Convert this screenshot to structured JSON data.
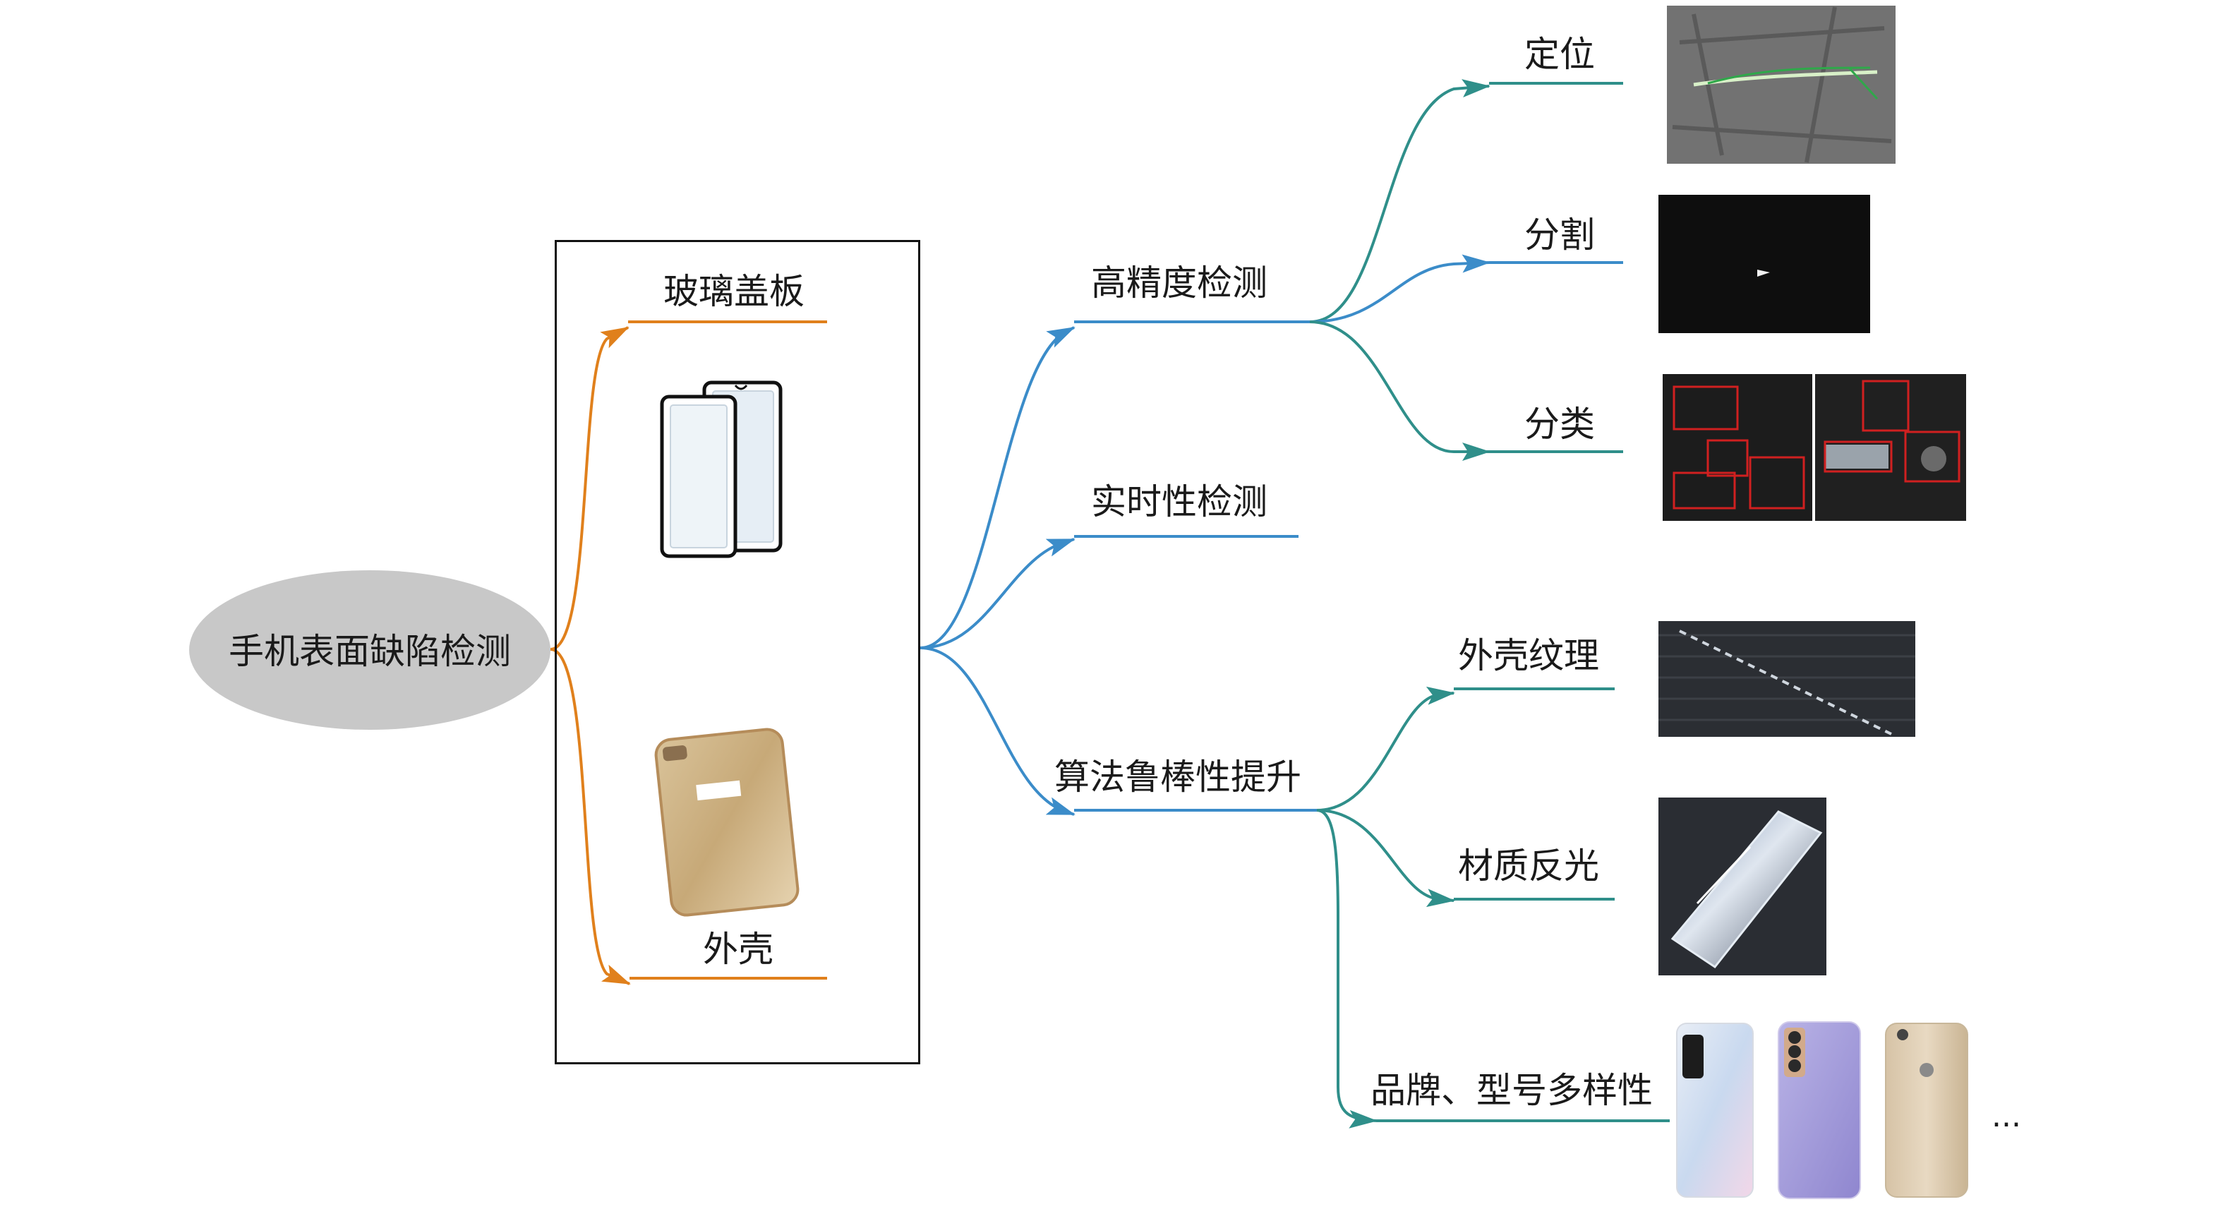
{
  "root": {
    "label": "手机表面缺陷检测",
    "fill": "#c8c8c8"
  },
  "objects": {
    "glass": {
      "label": "玻璃盖板",
      "line_color": "#e0801c"
    },
    "shell": {
      "label": "外壳",
      "line_color": "#e0801c"
    }
  },
  "challenges": [
    {
      "label": "高精度检测",
      "line_color": "#3b8cc9",
      "children": [
        {
          "label": "定位",
          "line_color": "#2f8f8a"
        },
        {
          "label": "分割",
          "line_color": "#3b8cc9"
        },
        {
          "label": "分类",
          "line_color": "#2f8f8a"
        }
      ]
    },
    {
      "label": "实时性检测",
      "line_color": "#3b8cc9",
      "children": []
    },
    {
      "label": "算法鲁棒性提升",
      "line_color": "#3b8cc9",
      "children": [
        {
          "label": "外壳纹理",
          "line_color": "#2f8f8a"
        },
        {
          "label": "材质反光",
          "line_color": "#2f8f8a"
        },
        {
          "label": "品牌、型号多样性",
          "line_color": "#2f8f8a"
        }
      ]
    }
  ],
  "ellipsis": "..."
}
